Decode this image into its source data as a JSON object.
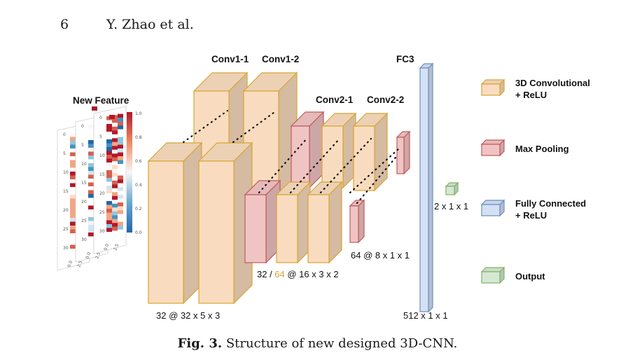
{
  "header": {
    "page_number": "6",
    "authors": "Y. Zhao et al."
  },
  "caption": {
    "label": "Fig. 3.",
    "text": " Structure of new designed 3D-CNN."
  },
  "colors": {
    "conv_fill": "#f9dcbf",
    "conv_stroke": "#d8a533",
    "pool_fill": "#f1c4c4",
    "pool_stroke": "#c25a5a",
    "fc_fill": "#d4e1f5",
    "fc_stroke": "#6c8ebf",
    "out_fill": "#d5e8d4",
    "out_stroke": "#82b366",
    "highlight": "#d8a533"
  },
  "diagram": {
    "input_title": "New Feature",
    "layers": {
      "conv1_1": "Conv1-1",
      "conv1_2": "Conv1-2",
      "conv2_1": "Conv2-1",
      "conv2_2": "Conv2-2",
      "fc3": "FC3"
    },
    "dims": {
      "conv1": "32 @ 32 x 5 x 3",
      "conv2_prefix": "32 / ",
      "conv2_highlight": "64",
      "conv2_suffix": " @ 16 x 3 x 2",
      "pool2": "64 @ 8 x 1 x 1",
      "output": "2 x 1 x 1",
      "fc": "512 x 1 x 1"
    },
    "heatmap_y_ticks": [
      "0",
      "5",
      "10",
      "15",
      "20",
      "25",
      "30"
    ],
    "heatmap_x_ticks": [
      "0.0",
      "2.5"
    ],
    "colorbar_ticks": [
      "1.0",
      "0.8",
      "0.6",
      "0.4",
      "0.2",
      "0.0"
    ]
  },
  "legend": [
    {
      "key": "conv",
      "label_line1": "3D Convolutional",
      "label_line2": "+ ReLU"
    },
    {
      "key": "pool",
      "label_line1": "Max Pooling",
      "label_line2": ""
    },
    {
      "key": "fc",
      "label_line1": "Fully Connected",
      "label_line2": "+ ReLU"
    },
    {
      "key": "out",
      "label_line1": "Output",
      "label_line2": ""
    }
  ]
}
